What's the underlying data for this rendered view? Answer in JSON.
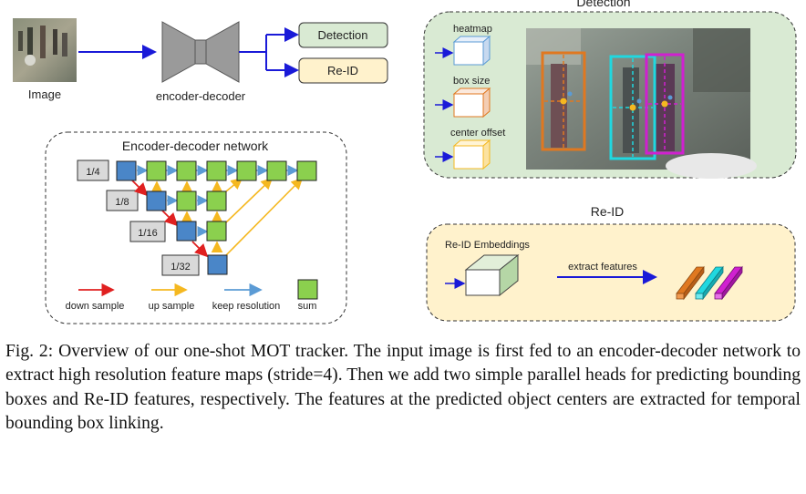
{
  "figure": {
    "left": {
      "image_label": "Image",
      "encoder_label": "encoder-decoder",
      "detection_label": "Detection",
      "reid_label": "Re-ID"
    },
    "network": {
      "title": "Encoder-decoder network",
      "scales": [
        "1/4",
        "1/8",
        "1/16",
        "1/32"
      ],
      "legend": {
        "down": "down sample",
        "up": "up sample",
        "keep": "keep resolution",
        "sum": "sum"
      }
    },
    "detection": {
      "title": "Detection",
      "heads": [
        "heatmap",
        "box size",
        "center offset"
      ]
    },
    "reid": {
      "title": "Re-ID",
      "embeddings_label": "Re-ID Embeddings",
      "extract_label": "extract features"
    },
    "colors": {
      "blue_block": "#4a86c8",
      "green_block": "#8bd04e",
      "down_arrow": "#e02020",
      "up_arrow": "#f5b820",
      "keep_arrow": "#5b9bd5",
      "detection_box": "#d9ead3",
      "reid_box": "#fff2cc",
      "orange": "#e07820",
      "cyan": "#20d8e0",
      "magenta": "#d020d0"
    }
  },
  "caption": {
    "prefix": "Fig. 2:",
    "text": "Overview of our one-shot MOT tracker. The input image is first fed to an encoder-decoder network to extract high resolution feature maps (stride=4). Then we add two simple parallel heads for predicting bounding boxes and Re-ID features, respectively. The features at the predicted object centers are extracted for temporal bounding box linking."
  }
}
